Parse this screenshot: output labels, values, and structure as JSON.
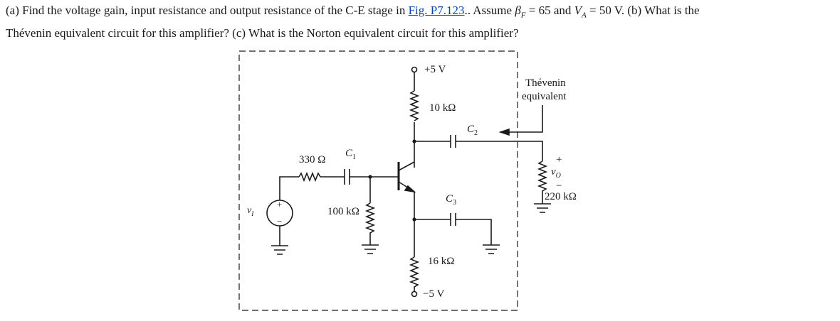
{
  "problem": {
    "part_a_pre": "(a) Find the voltage gain, input resistance and output resistance of the C-E stage in ",
    "figure_link": "Fig. P7.123",
    "part_a_post": ".. Assume ",
    "beta_symbol": "β",
    "beta_sub": "F",
    "beta_value": " = 65 and ",
    "va_symbol": "V",
    "va_sub": "A",
    "va_value": " = 50 V. (b) What is the",
    "line2": "Thévenin equivalent circuit for this amplifier? (c) What is the Norton equivalent circuit for this amplifier?"
  },
  "circuit": {
    "vcc": "+5 V",
    "vee": "−5 V",
    "rc": "10 kΩ",
    "re": "16 kΩ",
    "rs": "330 Ω",
    "rb": "100 kΩ",
    "rl": "220 kΩ",
    "c1_letter": "C",
    "c1_sub": "1",
    "c2_letter": "C",
    "c2_sub": "2",
    "c3_letter": "C",
    "c3_sub": "3",
    "vi_letter": "v",
    "vi_sub": "I",
    "vo_letter": "v",
    "vo_sub": "O",
    "plus": "+",
    "minus": "−",
    "src_plus": "+",
    "src_minus": "−",
    "thevenin_line1": "Thévenin",
    "thevenin_line2": "equivalent"
  }
}
